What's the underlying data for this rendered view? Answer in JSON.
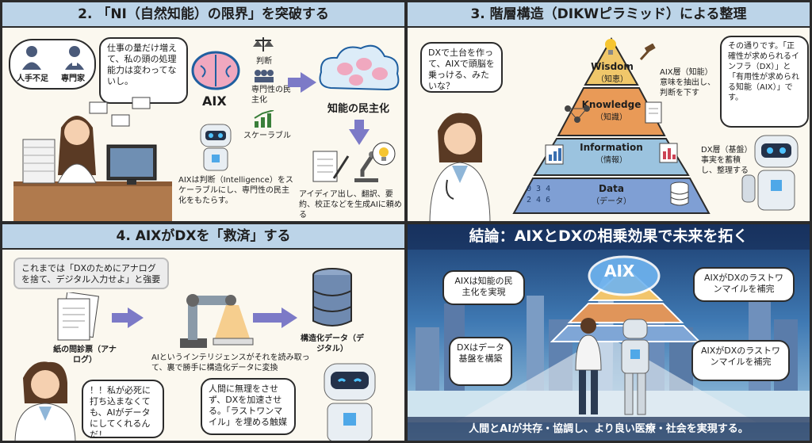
{
  "panel1": {
    "title": "2. 「NI（自然知能）の限界」を突破する",
    "bubble_labels": [
      "人手不足",
      "専門家"
    ],
    "worry": "仕事の量だけ増えて、私の頭の処理能力は変わってないし。",
    "aix_label": "AIX",
    "features": [
      "判断",
      "専門性の民主化",
      "スケーラブル"
    ],
    "democratization": "知能の民主化",
    "aix_note": "AIXは判断（Intelligence）をスケーラブルにし、専門性の民主化をもたらす。",
    "tasks_note": "アイディア出し、翻訳、要約、校正などを生成AIに頼める"
  },
  "panel2": {
    "title": "3. 階層構造（DIKWピラミッド）による整理",
    "doctor_bubble": "DXで土台を作って、AIXで頭脳を乗っける、みたいな？",
    "robot_bubble": "その通りです。「正確性が求められるインフラ（DX）」と「有用性が求められる知能（AIX）」です。",
    "tiers": [
      {
        "name": "Wisdom",
        "jp": "（知恵）"
      },
      {
        "name": "Knowledge",
        "jp": "（知識）"
      },
      {
        "name": "Information",
        "jp": "（情報）"
      },
      {
        "name": "Data",
        "jp": "（データ）"
      }
    ],
    "aix_layer": "AIX層（知能）意味を抽出し、判断を下す",
    "dx_layer": "DX層（基盤）事実を蓄積し、整理する",
    "colors": {
      "wisdom": "#f0c76a",
      "knowledge": "#e99a57",
      "information": "#9bc3df",
      "data": "#7f9fd4"
    }
  },
  "panel3": {
    "title": "4. AIXがDXを「救済」する",
    "note": "これまでは「DXのためにアナログを捨て、デジタル入力せよ」と強要",
    "paper_label": "紙の問診票（アナログ）",
    "db_label": "構造化データ（デジタル）",
    "process": "AIというインテリジェンスがそれを読み取って、裏で勝手に構造化データに変換",
    "doctor_bubble": "！！私が必死に打ち込まなくても、AIがデータにしてくれるんだ！",
    "robot_bubble": "人間に無理をさせず、DXを加速させる。「ラストワンマイル」を埋める触媒"
  },
  "panel4": {
    "title": "結論：AIXとDXの相乗効果で未来を拓く",
    "aix": "AIX",
    "bubbles": [
      "AIXは知能の民主化を実現",
      "AIXがDXのラストワンマイルを補完",
      "DXはデータ基盤を構築",
      "AIXがDXのラストワンマイルを補完"
    ],
    "footer": "人間とAIが共存・協調し、より良い医療・社会を実現する。"
  }
}
